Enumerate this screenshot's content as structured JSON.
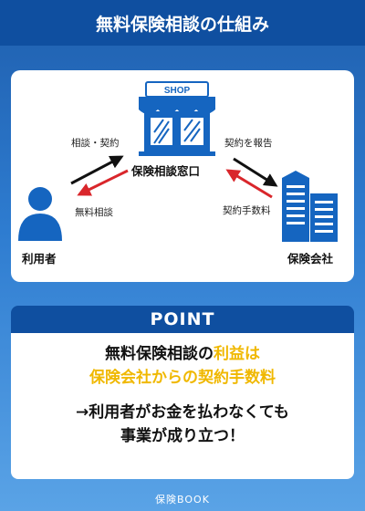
{
  "title": "無料保険相談の仕組み",
  "diagram": {
    "shop_sign": "SHOP",
    "shop_label": "保険相談窓口",
    "user_label": "利用者",
    "company_label": "保険会社",
    "edge_user_to_shop": "相談・契約",
    "edge_shop_to_user": "無料相談",
    "edge_shop_to_company": "契約を報告",
    "edge_company_to_shop": "契約手数料",
    "colors": {
      "arrow_black": "#111111",
      "arrow_red": "#d9262b",
      "icon_blue": "#1565c0"
    }
  },
  "point": {
    "heading": "POINT",
    "line1_pre": "無料保険相談の",
    "line1_hl": "利益は",
    "line2_hl": "保険会社からの契約手数料",
    "line3": "→利用者がお金を払わなくても",
    "line4": "事業が成り立つ！",
    "highlight_color": "#f0b800"
  },
  "footer": "保険BOOK"
}
